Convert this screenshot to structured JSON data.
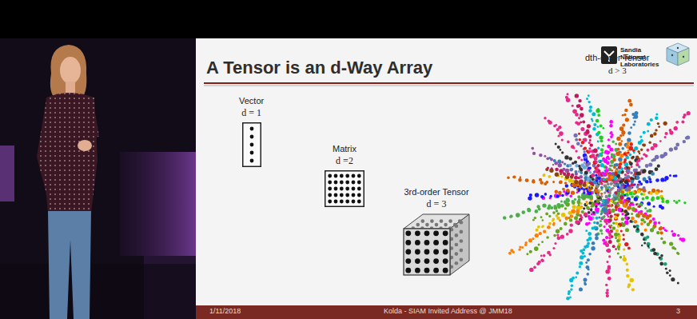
{
  "diagram": {
    "title": "A Tensor is an d-Way Array",
    "nodes": [
      {
        "text": [
          "Vector",
          "d = 1"
        ]
      },
      {
        "text": [
          "Matrix",
          "d =2"
        ]
      },
      {
        "text": [
          "3rd-order Tensor",
          "d = 3"
        ]
      }
    ],
    "labels": [
      "Sandia National Laboratories",
      "dth-order Tensor",
      "d > 3",
      "1/11/2018",
      "Kolda - SIAM Invited Address @ JMM18",
      "3"
    ]
  }
}
